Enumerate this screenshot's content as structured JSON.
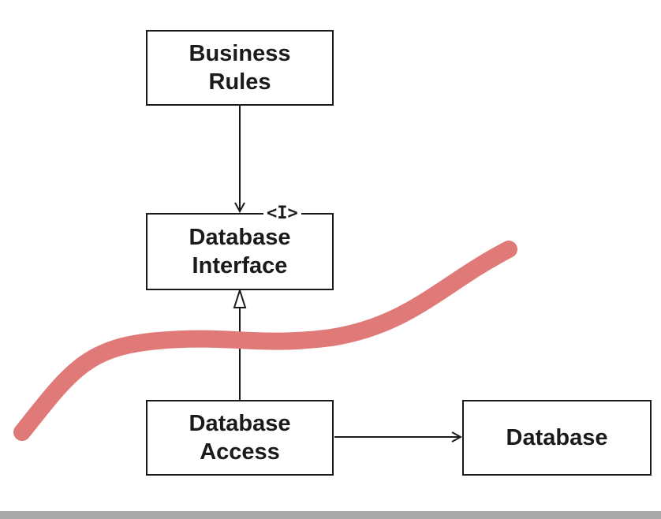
{
  "boxes": {
    "business_rules": "Business\nRules",
    "database_interface": "Database\nInterface",
    "database_access": "Database\nAccess",
    "database": "Database"
  },
  "interface_tag": "<I>",
  "colors": {
    "line": "#1a1a1a",
    "boundary": "#e07a78",
    "footer": "#aaaaaa"
  }
}
